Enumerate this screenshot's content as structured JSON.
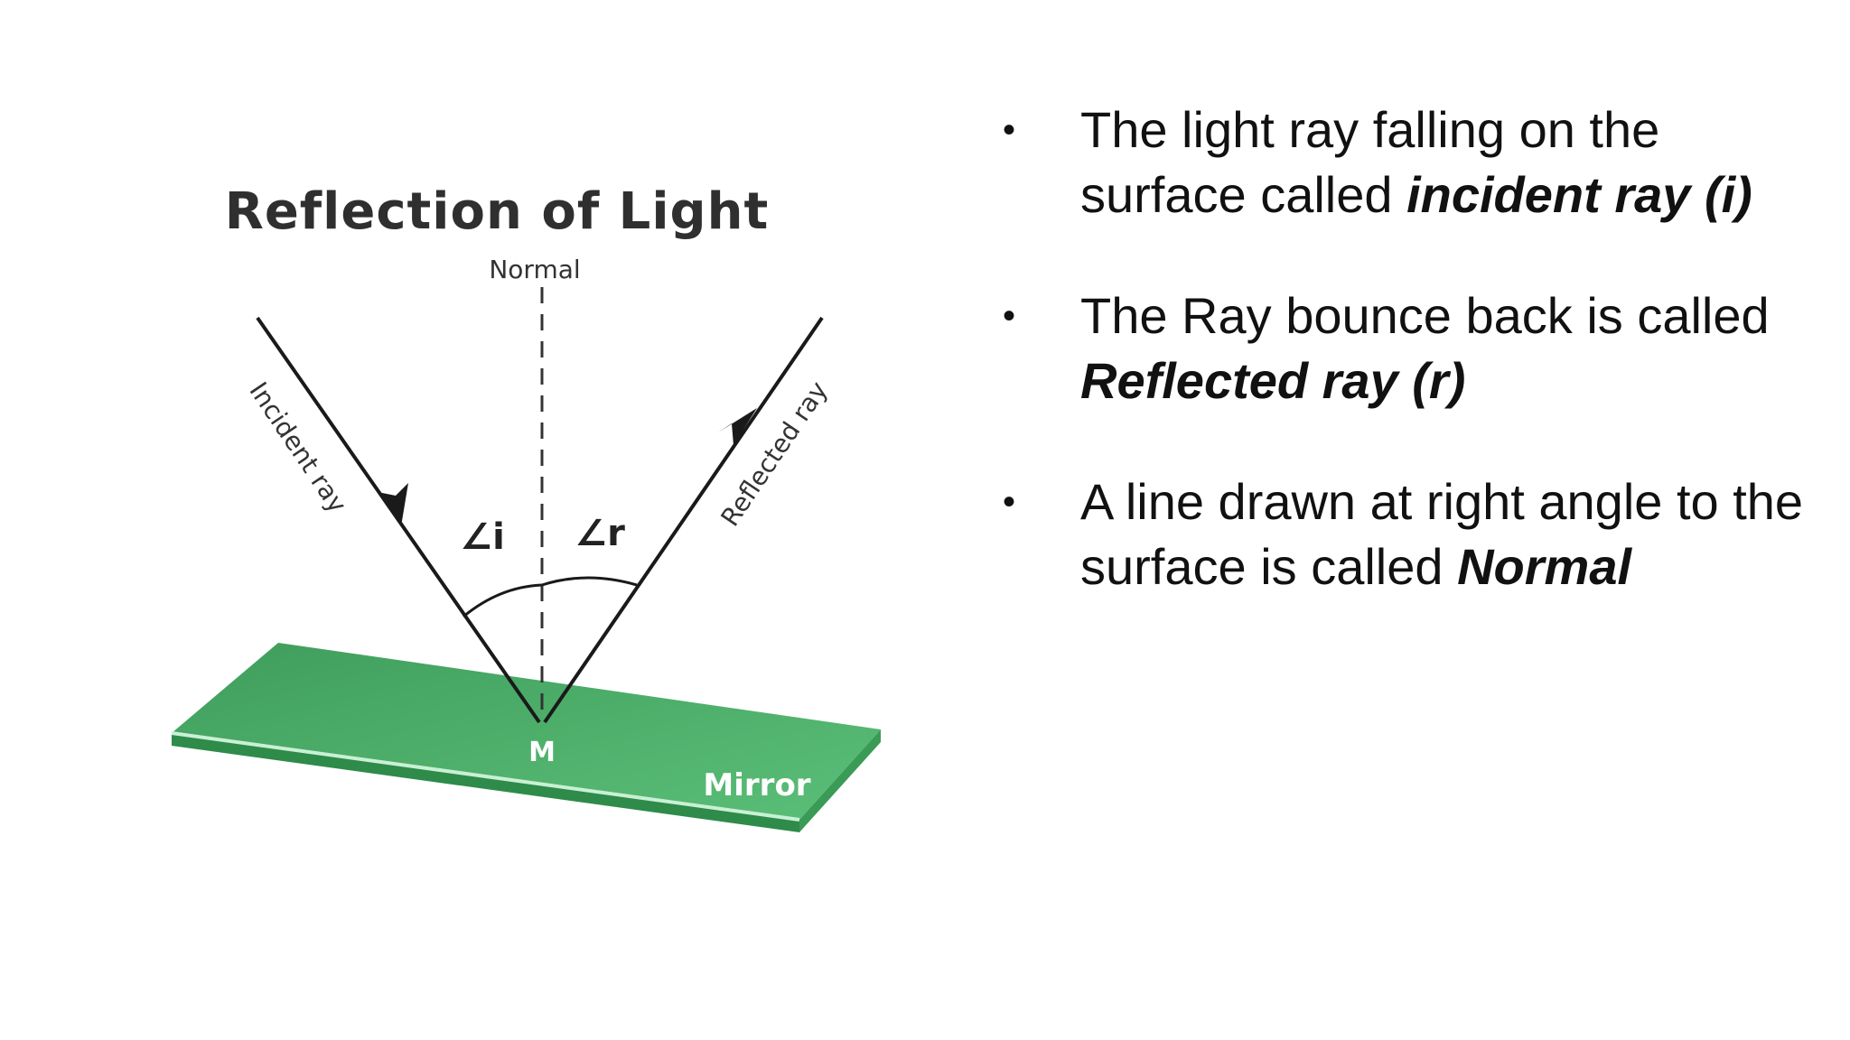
{
  "diagram": {
    "title": "Reflection of Light",
    "labels": {
      "normal": "Normal",
      "incident_ray": "Incident ray",
      "reflected_ray": "Reflected ray",
      "angle_i": "∠i",
      "angle_r": "∠r",
      "point": "M",
      "mirror": "Mirror"
    },
    "colors": {
      "mirror_top": "#4caf6a",
      "mirror_edge": "#2e8b4a",
      "ray": "#1a1a1a",
      "title_text": "#2f2f2f"
    }
  },
  "bullets": [
    {
      "text": "The light ray falling on the surface called ",
      "emphasis": "incident ray (i)"
    },
    {
      "text": "The Ray bounce back is called ",
      "emphasis": "Reflected ray (r)"
    },
    {
      "text": "A  line drawn at right angle to the surface is called ",
      "emphasis": "Normal"
    }
  ],
  "bullet_symbol": "•"
}
